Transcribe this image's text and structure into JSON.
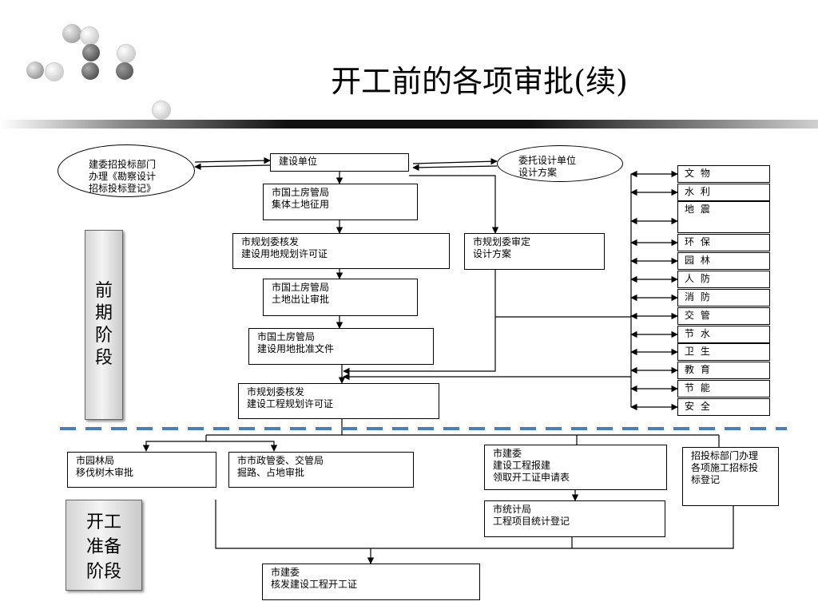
{
  "title": "开工前的各项审批(续)",
  "stages": {
    "early": "前\n期\n阶\n段",
    "prep": "开工\n准备\n阶段"
  },
  "nodes": {
    "construction_unit": "建设单位",
    "bidding_dept": "建委招投标部门\n办理《勘察设计\n招标投标登记》",
    "design_unit": "委托设计单位\n设计方案",
    "land_collective": "市国土房管局\n集体土地征用",
    "planning_land_permit": "市规划委核发\n建设用地规划许可证",
    "planning_design_review": "市规划委审定\n设计方案",
    "land_transfer": "市国土房管局\n土地出让审批",
    "land_approval_doc": "市国土房管局\n建设用地批准文件",
    "planning_project_permit": "市规划委核发\n建设工程规划许可证",
    "garden_bureau": "市园林局\n移伐树木审批",
    "municipal_traffic": "市市政管委、交管局\n掘路、占地审批",
    "construction_commission_apply": "市建委\n建设工程报建\n领取开工证申请表",
    "bidding_construction": "招投标部门办理\n各项施工招标投\n标登记",
    "statistics_bureau": "市统计局\n工程项目统计登记",
    "start_permit": "市建委\n核发建设工程开工证"
  },
  "departments": [
    "文 物",
    "水 利",
    "地 震",
    "环 保",
    "园 林",
    "人 防",
    "消 防",
    "交 管",
    "节 水",
    "卫 生",
    "教 育",
    "节 能",
    "安 全"
  ],
  "colors": {
    "divider": "#4a7ebb",
    "stage_fill": "#d9d9d9"
  }
}
